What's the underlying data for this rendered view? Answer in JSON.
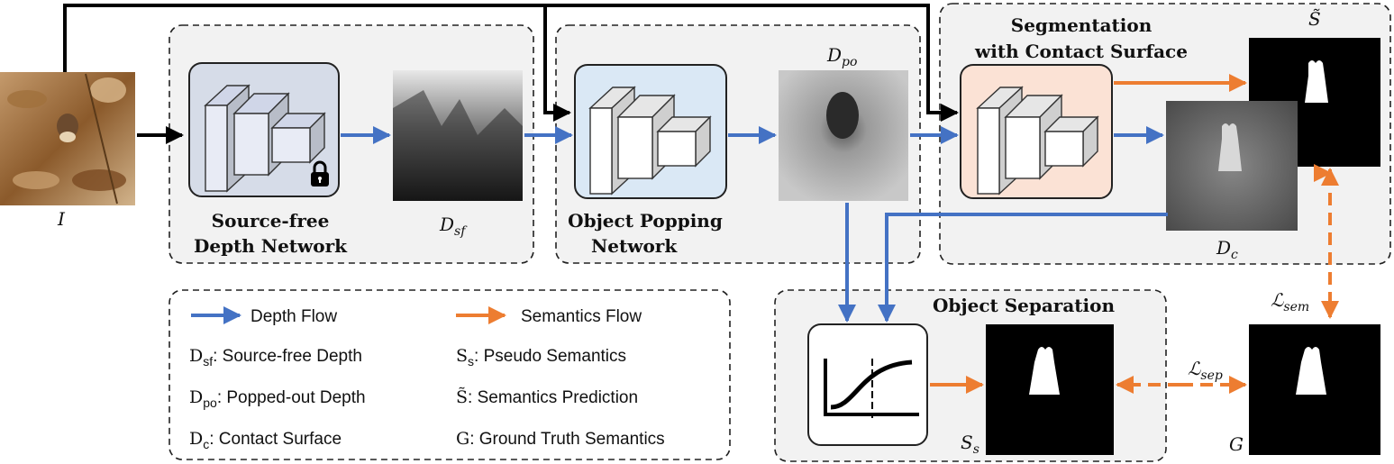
{
  "modules": {
    "source_free": {
      "title_line1": "Source-free",
      "title_line2": "Depth Network"
    },
    "object_popping": {
      "title_line1": "Object Popping",
      "title_line2": "Network"
    },
    "segmentation": {
      "title_line1": "Segmentation",
      "title_line2": "with Contact Surface"
    },
    "object_separation": {
      "title": "Object Separation"
    }
  },
  "symbols": {
    "input": "I",
    "d_sf": {
      "base": "D",
      "sub": "sf"
    },
    "d_po": {
      "base": "D",
      "sub": "po"
    },
    "d_c": {
      "base": "D",
      "sub": "c"
    },
    "s_tilde": {
      "base": "S̃"
    },
    "s_s": {
      "base": "S",
      "sub": "s"
    },
    "g": "G",
    "l_sem": {
      "base": "ℒ",
      "sub": "sem"
    },
    "l_sep": {
      "base": "ℒ",
      "sub": "sep"
    }
  },
  "legend": {
    "depth_flow": "Depth Flow",
    "semantics_flow": "Semantics Flow",
    "items_left": [
      {
        "sym": "D",
        "sub": "sf",
        "text": ": Source-free Depth"
      },
      {
        "sym": "D",
        "sub": "po",
        "text": ": Popped-out Depth"
      },
      {
        "sym": "D",
        "sub": "c",
        "text": ": Contact Surface"
      }
    ],
    "items_right": [
      {
        "sym": "S",
        "sub": "s",
        "text": ": Pseudo Semantics"
      },
      {
        "sym": "S̃",
        "sub": "",
        "text": ": Semantics Prediction"
      },
      {
        "sym": "G",
        "sub": "",
        "text": ": Ground Truth Semantics"
      }
    ]
  },
  "colors": {
    "depth_flow": "#4472c4",
    "semantics_flow": "#ed7d31",
    "source_free_box": "#d6dce8",
    "object_popping_box": "#dae8f5",
    "segmentation_box": "#fbe2d5",
    "panel_fill": "#f2f2f2"
  },
  "icons": [
    "lock-icon",
    "sigmoid-icon"
  ]
}
